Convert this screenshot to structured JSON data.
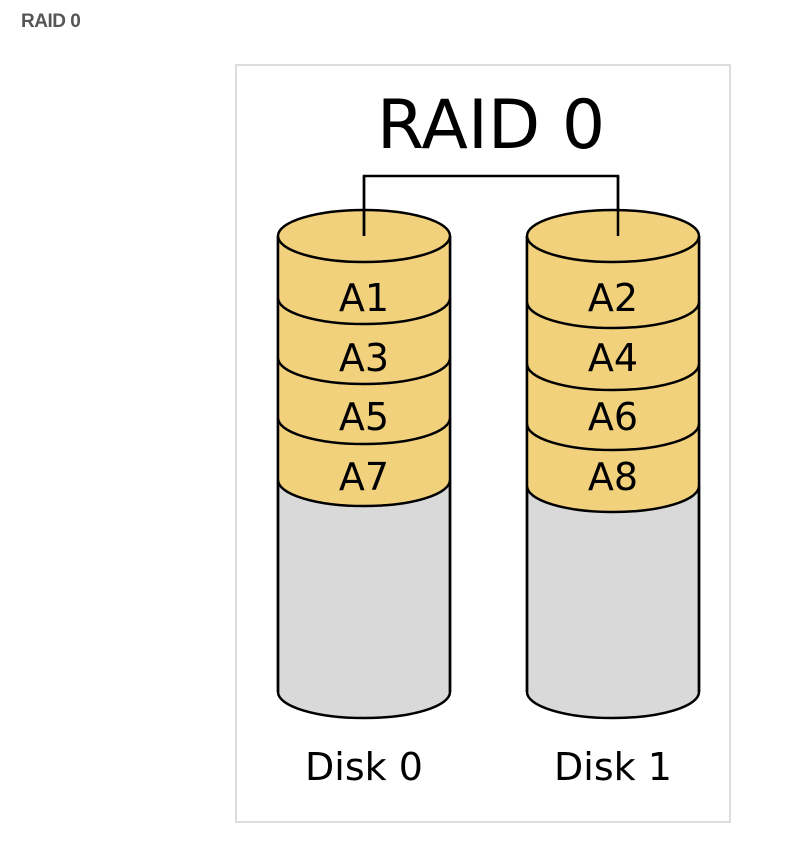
{
  "page": {
    "heading": "RAID 0"
  },
  "diagram": {
    "title": "RAID 0",
    "colors": {
      "stripe_fill": "#f2d17c",
      "empty_fill": "#d9d9d9",
      "outline": "#000000",
      "frame_border": "#dddddd"
    },
    "disks": [
      {
        "label": "Disk 0",
        "blocks": [
          "A1",
          "A3",
          "A5",
          "A7"
        ]
      },
      {
        "label": "Disk 1",
        "blocks": [
          "A2",
          "A4",
          "A6",
          "A8"
        ]
      }
    ]
  }
}
